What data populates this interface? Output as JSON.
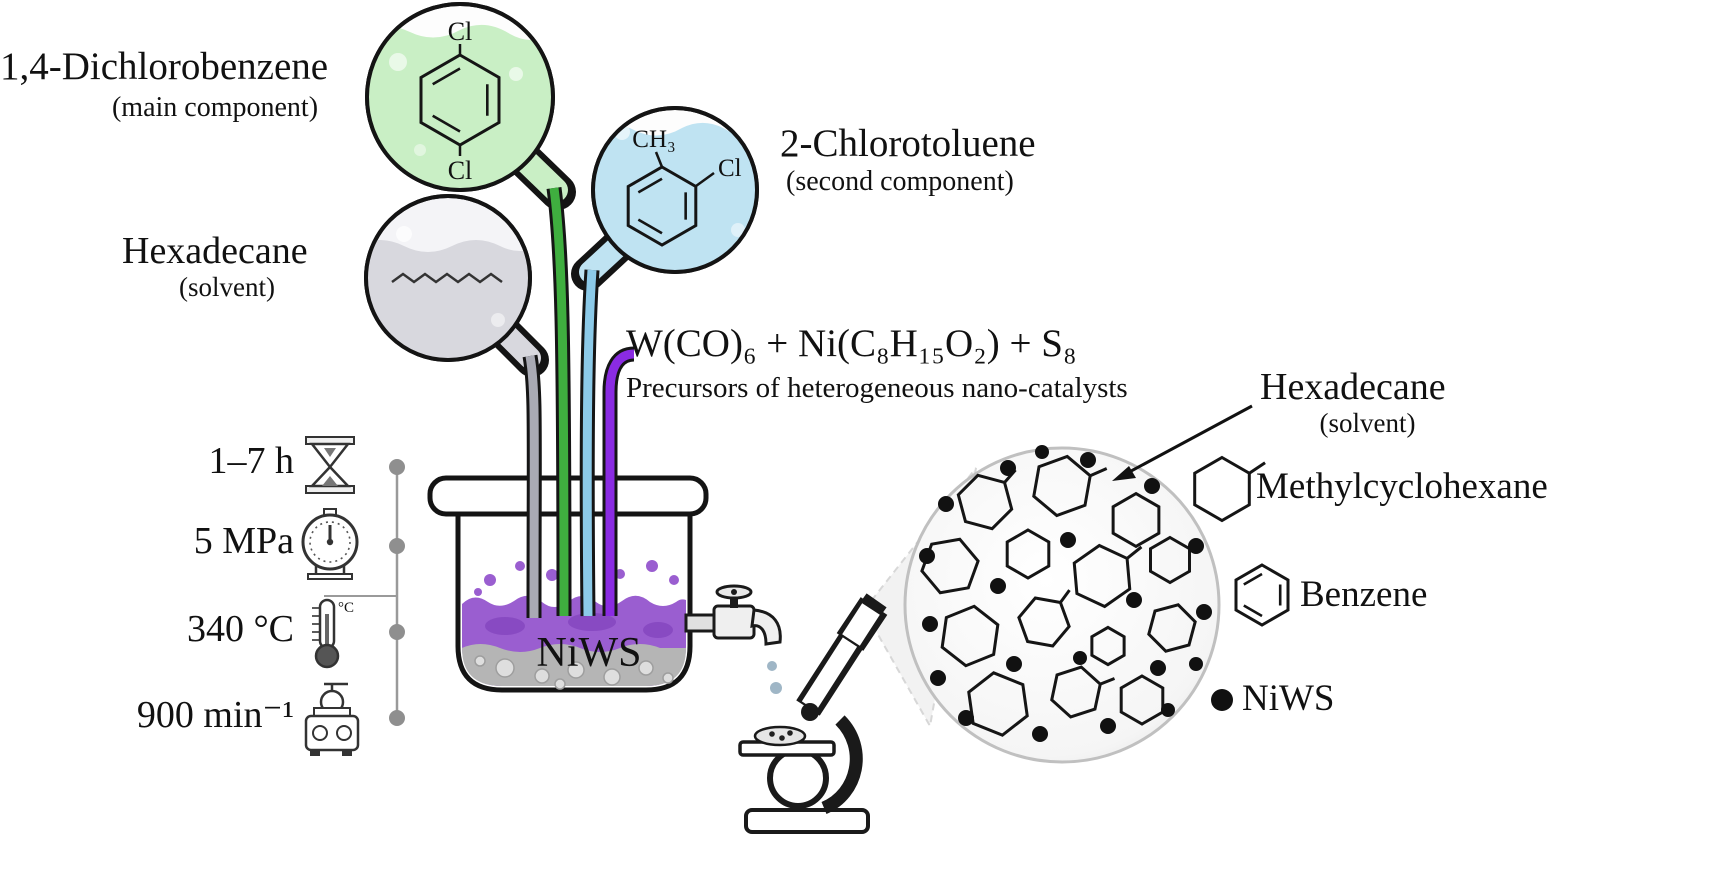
{
  "left_flasks": {
    "dichlorobenzene": {
      "name": "1,4-Dichlorobenzene",
      "subtitle": "(main component)",
      "substituent_top": "Cl",
      "substituent_bottom": "Cl"
    },
    "hexadecane": {
      "name": "Hexadecane",
      "subtitle": "(solvent)"
    },
    "chlorotoluene": {
      "name": "2-Chlorotoluene",
      "subtitle": "(second component)",
      "substituent_methyl": "CH₃",
      "substituent_cl": "Cl"
    }
  },
  "precursors": {
    "formula": "W(CO)₆ + Ni(C₈H₁₅O₂) + S₈",
    "caption": "Precursors of heterogeneous nano-catalysts"
  },
  "conditions": {
    "time": "1–7 h",
    "pressure": "5 MPa",
    "temperature": "340 °C",
    "stirring_rate": "900 min⁻¹"
  },
  "reactor": {
    "catalyst_label": "NiWS"
  },
  "icons": {
    "thermometer_unit": "°C"
  },
  "magnified_view": {
    "solvent_name": "Hexadecane",
    "solvent_subtitle": "(solvent)",
    "product_1": "Methylcyclohexane",
    "product_2": "Benzene",
    "catalyst_label": "NiWS"
  },
  "colors": {
    "dichlorobenzene_fill": "#c9efc5",
    "dichlorobenzene_tube": "#3fae3f",
    "chlorotoluene_fill": "#bfe3f2",
    "chlorotoluene_tube": "#8ccae8",
    "hexadecane_fill": "#d8d8de",
    "hexadecane_tube": "#a9aab4",
    "precursor_tube": "#8a2be2",
    "reactor_liquid": "#9a5ed0"
  }
}
